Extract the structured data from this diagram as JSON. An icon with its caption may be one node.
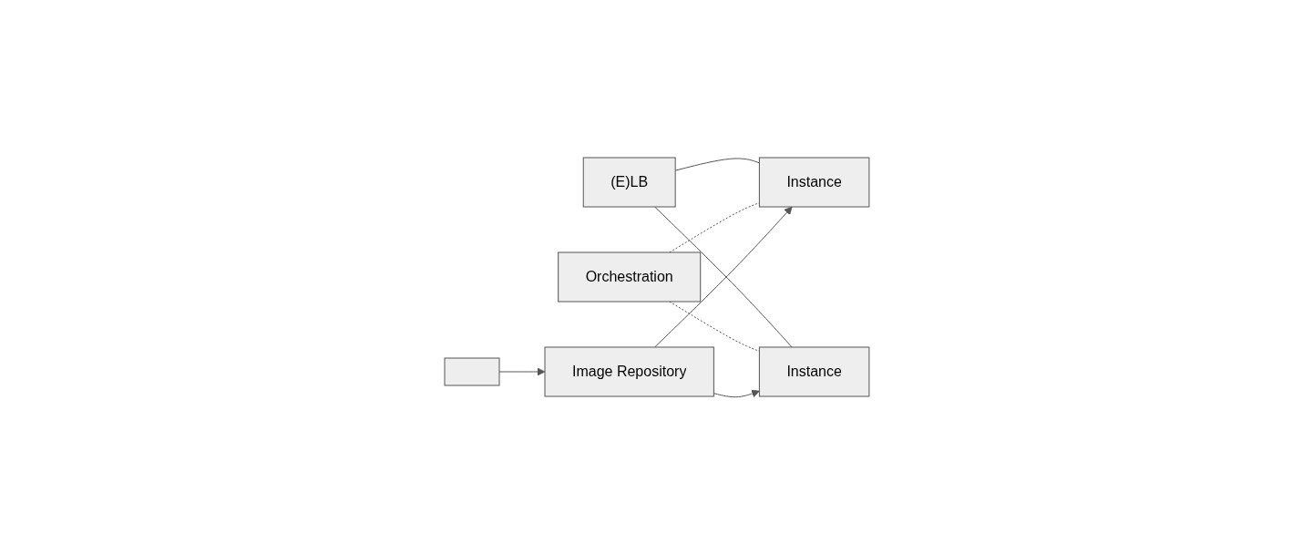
{
  "diagram": {
    "nodes": [
      {
        "text": [
          "(E)LB"
        ]
      },
      {
        "text": [
          "Instance"
        ]
      },
      {
        "text": [
          "Instance"
        ]
      },
      {
        "text": [
          "Orchestration"
        ]
      },
      {
        "text": [
          "Image Repository"
        ]
      },
      {
        "text": [],
        "shape": "box"
      }
    ],
    "edges": [
      {
        "from": 0,
        "to": 1,
        "arrow": "none"
      },
      {
        "from": 0,
        "to": 2,
        "arrow": "none"
      },
      {
        "from": 3,
        "to": 1,
        "arrow": "none",
        "style": "dashed"
      },
      {
        "from": 3,
        "to": 2,
        "arrow": "none",
        "style": "dashed"
      },
      {
        "from": 4,
        "to": 1,
        "arrow": "to"
      },
      {
        "from": 4,
        "to": 2,
        "arrow": "to"
      },
      {
        "from": 5,
        "to": 4,
        "arrow": "to"
      }
    ]
  }
}
